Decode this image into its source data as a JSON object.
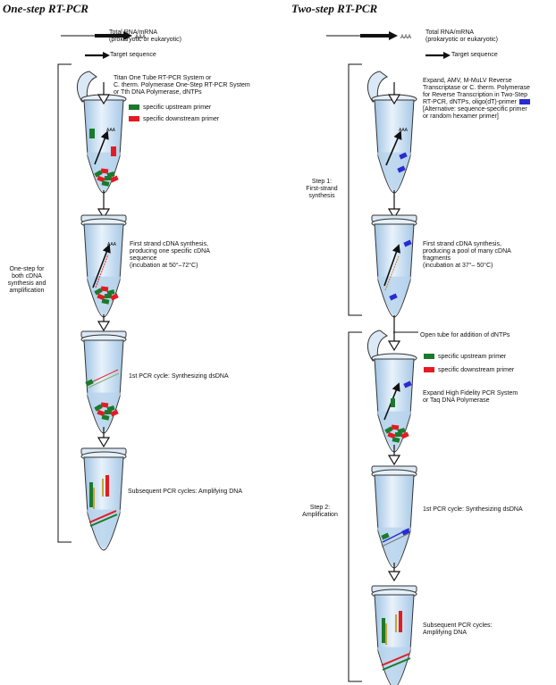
{
  "one_step": {
    "title": "One-step RT-PCR",
    "rna_label": "Total RNA/mRNA",
    "rna_sub": "(prokaryotic or eukaryotic)",
    "target": "Target sequence",
    "aaa": "AAA",
    "enzyme_lines": [
      "Titan One Tube RT-PCR System or",
      "C. therm. Polymerase One-Step RT-PCR System",
      "or Tth DNA Polymerase, dNTPs"
    ],
    "legend_up": "specific upstream primer",
    "legend_down": "specific downstream primer",
    "first_strand": [
      "First strand cDNA synthesis,",
      "producing one specific cDNA",
      "sequence",
      "(incubation at 50°–72°C)"
    ],
    "bracket_label": [
      "One-step for",
      "both cDNA",
      "synthesis and",
      "amplification"
    ],
    "pcr1": "1st PCR cycle: Synthesizing dsDNA",
    "pcr_sub": "Subsequent PCR cycles: Amplifying DNA"
  },
  "two_step": {
    "title": "Two-step RT-PCR",
    "rna_label": "Total RNA/mRNA",
    "rna_sub": "(prokaryotic or eukaryotic)",
    "target": "Target sequence",
    "aaa": "AAA",
    "enzyme_lines": [
      "Expand, AMV, M-MuLV Reverse",
      "Transcriptase or C. therm. Polymerase",
      "for Reverse Transcription in Two-Step",
      "RT-PCR, dNTPs, oligo(dT)-primer",
      "[Alternative: sequence-specific primer",
      "or random hexamer primer]"
    ],
    "step1": [
      "Step 1:",
      "First-strand",
      "synthesis"
    ],
    "first_strand": [
      "First strand cDNA synthesis,",
      "producing a pool of many cDNA",
      "fragments",
      "(incubation at 37°– 50°C)"
    ],
    "open_tube": "Open tube for addition of dNTPs",
    "legend_up": "specific upstream primer",
    "legend_down": "specific downstream primer",
    "expand_hf": [
      "Expand High Fidelity PCR System",
      "or Taq DNA Polymerase"
    ],
    "step2": [
      "Step 2:",
      "Amplification"
    ],
    "pcr1": "1st PCR cycle: Synthesizing dsDNA",
    "pcr_sub": [
      "Subsequent PCR cycles:",
      "Amplifying DNA"
    ]
  },
  "colors": {
    "upstream": "#1a7a2a",
    "downstream": "#e31b23",
    "oligo_dt": "#2a2ad0",
    "tube_fill": "#cfe2f2",
    "tube_stroke": "#333333"
  }
}
